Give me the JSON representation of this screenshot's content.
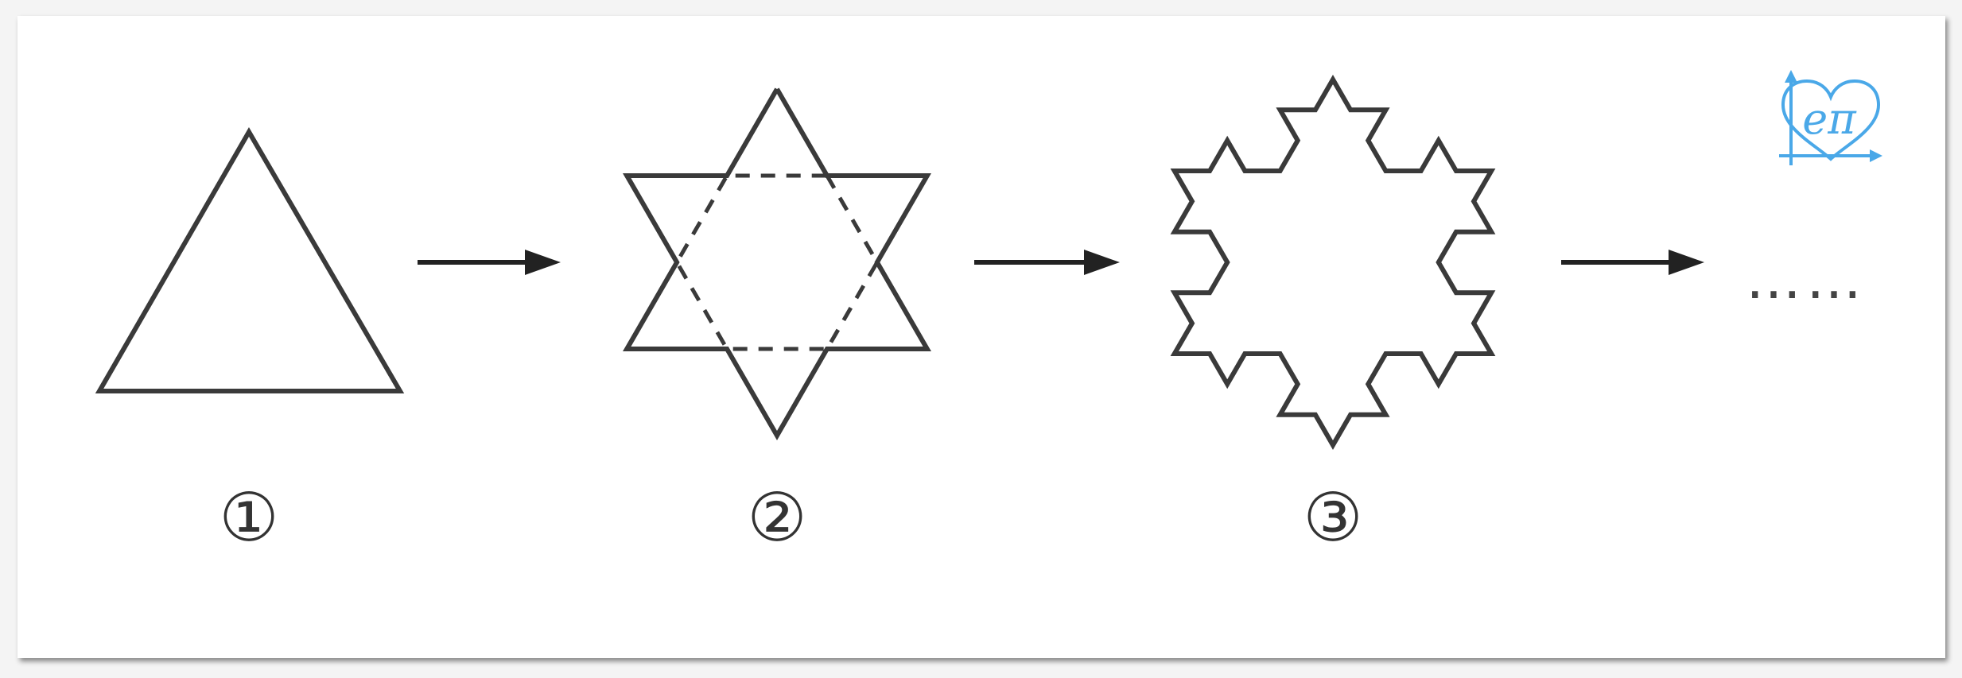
{
  "figure": {
    "labels": [
      "①",
      "②",
      "③"
    ],
    "continuation": "……",
    "stroke_color": "#3a3a3a",
    "logo": {
      "text": "eπ",
      "color": "#4aa8e8",
      "icon": "heart-axes-logo-icon"
    }
  }
}
